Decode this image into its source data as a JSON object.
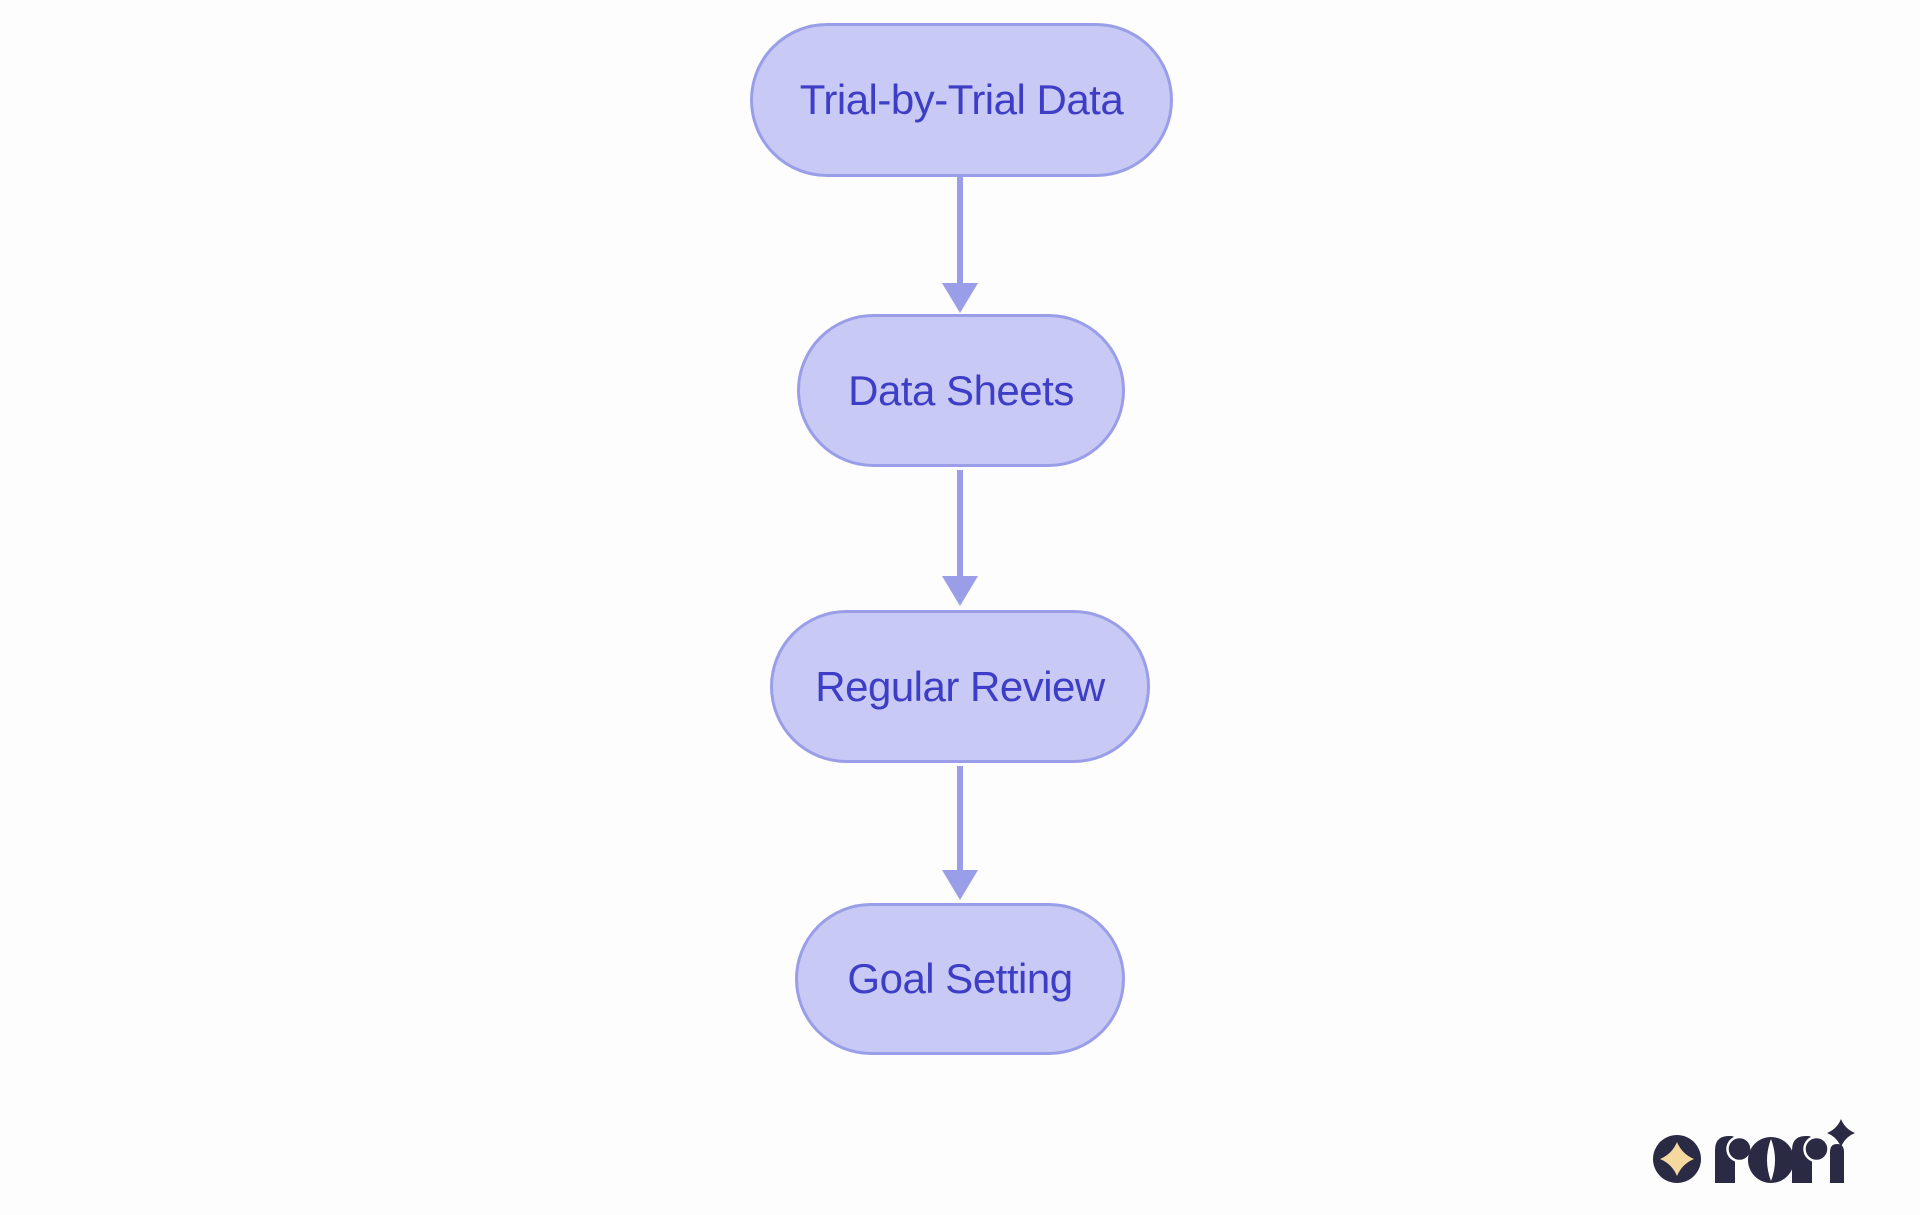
{
  "page": {
    "background_color": "#fdfdfd"
  },
  "colors": {
    "node_fill": "#c8c9f4",
    "node_border": "#9a9ee8",
    "node_text": "#3d3dc6",
    "arrow": "#9a9ee8",
    "logo_navy": "#2a2a44",
    "logo_cream": "#f5d7a0"
  },
  "flowchart": {
    "type": "vertical-flow",
    "direction": "top-down",
    "nodes": [
      {
        "id": "trial-by-trial-data",
        "label": "Trial-by-Trial Data"
      },
      {
        "id": "data-sheets",
        "label": "Data Sheets"
      },
      {
        "id": "regular-review",
        "label": "Regular Review"
      },
      {
        "id": "goal-setting",
        "label": "Goal Setting"
      }
    ],
    "edges": [
      {
        "from": "trial-by-trial-data",
        "to": "data-sheets"
      },
      {
        "from": "data-sheets",
        "to": "regular-review"
      },
      {
        "from": "regular-review",
        "to": "goal-setting"
      }
    ]
  },
  "logo": {
    "brand": "rori",
    "icon": "sparkle-in-circle"
  }
}
